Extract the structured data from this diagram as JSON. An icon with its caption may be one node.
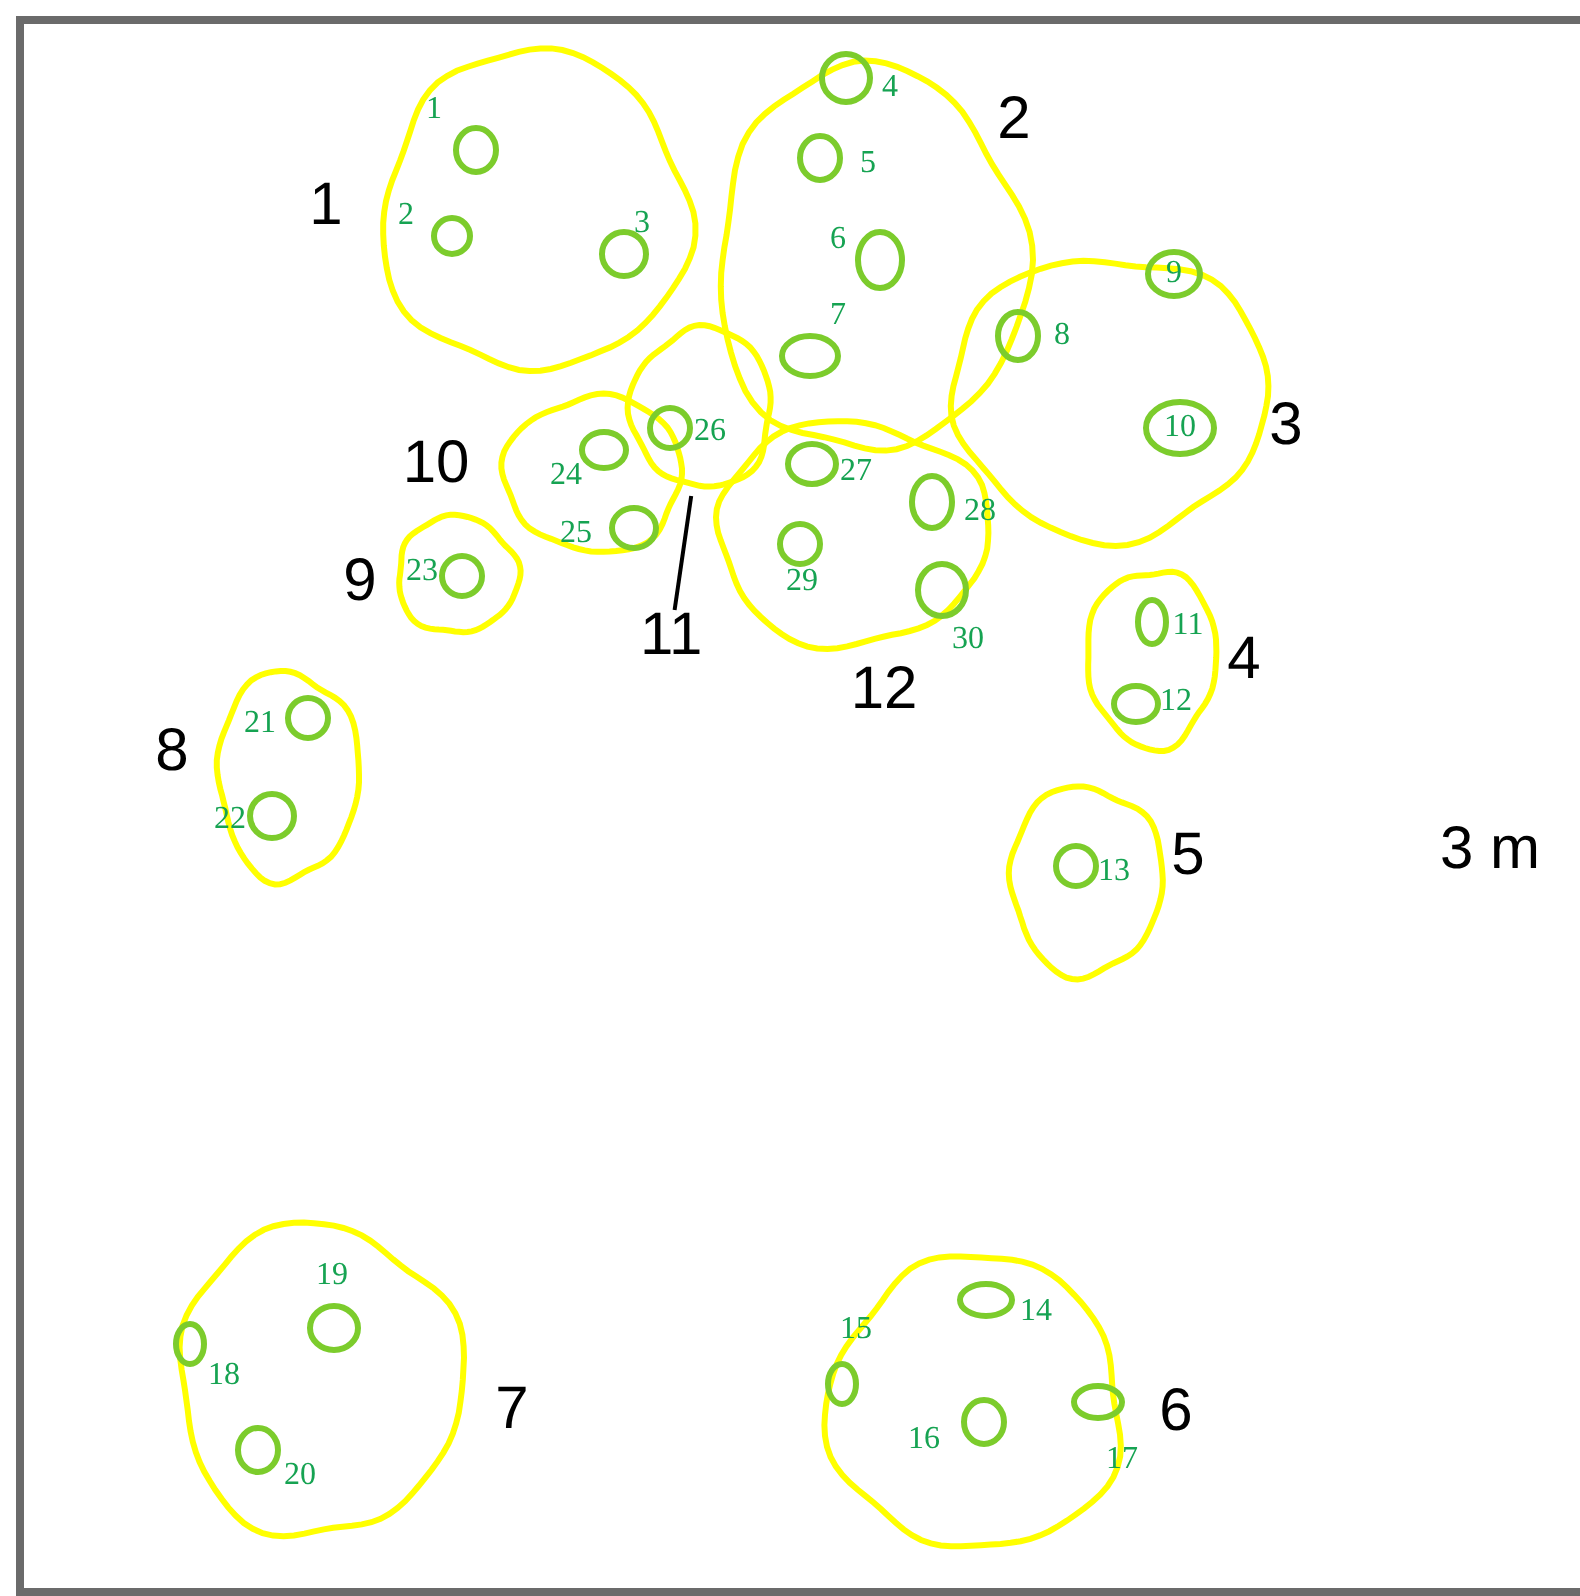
{
  "diagram": {
    "nodes": [
      {
        "text": [
          "1"
        ]
      },
      {
        "text": [],
        "shape": "circle",
        "beside": [
          "1"
        ],
        "in": 0
      },
      {
        "text": [],
        "shape": "circle",
        "beside": [
          "2"
        ],
        "in": 0
      },
      {
        "text": [],
        "shape": "circle",
        "beside": [
          "3"
        ],
        "in": 0
      },
      {
        "text": [
          "2"
        ]
      },
      {
        "text": [],
        "shape": "circle",
        "beside": [
          "4"
        ],
        "in": 4
      },
      {
        "text": [],
        "shape": "circle",
        "beside": [
          "5"
        ],
        "in": 4
      },
      {
        "text": [],
        "shape": "circle",
        "beside": [
          "6"
        ],
        "in": 4
      },
      {
        "text": [],
        "shape": "circle",
        "beside": [
          "7"
        ],
        "in": 4
      },
      {
        "text": [
          "3"
        ]
      },
      {
        "text": [],
        "shape": "circle",
        "beside": [
          "8"
        ],
        "in": 9
      },
      {
        "text": [
          "9"
        ],
        "in": 9
      },
      {
        "text": [
          "10"
        ],
        "in": 9
      },
      {
        "text": [
          "4"
        ]
      },
      {
        "text": [],
        "shape": "circle",
        "beside": [
          "11"
        ],
        "in": 13
      },
      {
        "text": [],
        "shape": "circle",
        "beside": [
          "12"
        ],
        "in": 13
      },
      {
        "text": [
          "5"
        ]
      },
      {
        "text": [],
        "shape": "circle",
        "beside": [
          "13"
        ],
        "in": 16
      },
      {
        "text": [
          "6"
        ]
      },
      {
        "text": [],
        "shape": "circle",
        "beside": [
          "14"
        ],
        "in": 18
      },
      {
        "text": [],
        "shape": "circle",
        "beside": [
          "15"
        ],
        "in": 18
      },
      {
        "text": [],
        "shape": "circle",
        "beside": [
          "16"
        ],
        "in": 18
      },
      {
        "text": [],
        "shape": "circle",
        "beside": [
          "17"
        ],
        "in": 18
      },
      {
        "text": [
          "7"
        ]
      },
      {
        "text": [],
        "shape": "circle",
        "beside": [
          "18"
        ],
        "in": 23
      },
      {
        "text": [],
        "shape": "circle",
        "beside": [
          "19"
        ],
        "in": 23
      },
      {
        "text": [],
        "shape": "circle",
        "beside": [
          "20"
        ],
        "in": 23
      },
      {
        "text": [
          "8"
        ]
      },
      {
        "text": [],
        "shape": "circle",
        "beside": [
          "21"
        ],
        "in": 27
      },
      {
        "text": [],
        "shape": "circle",
        "beside": [
          "22"
        ],
        "in": 27
      },
      {
        "text": [
          "9"
        ]
      },
      {
        "text": [],
        "shape": "circle",
        "beside": [
          "23"
        ],
        "in": 30
      },
      {
        "text": [
          "10"
        ]
      },
      {
        "text": [],
        "shape": "circle",
        "beside": [
          "24"
        ],
        "in": 32
      },
      {
        "text": [],
        "shape": "circle",
        "beside": [
          "25"
        ],
        "in": 32
      },
      {
        "text": [
          "11"
        ]
      },
      {
        "text": [],
        "shape": "cloud"
      },
      {
        "text": [],
        "shape": "circle",
        "beside": [
          "26"
        ],
        "in": 36
      },
      {
        "text": [
          "12"
        ]
      },
      {
        "text": [],
        "shape": "circle",
        "beside": [
          "27"
        ],
        "in": 38
      },
      {
        "text": [],
        "shape": "circle",
        "beside": [
          "28"
        ],
        "in": 38
      },
      {
        "text": [],
        "shape": "circle",
        "beside": [
          "29"
        ],
        "in": 38
      },
      {
        "text": [],
        "shape": "circle",
        "beside": [
          "30"
        ],
        "in": 38
      }
    ],
    "edges": [
      {
        "from": 35,
        "to": 36,
        "arrow": "none"
      }
    ],
    "labels": [
      "3 m"
    ]
  }
}
